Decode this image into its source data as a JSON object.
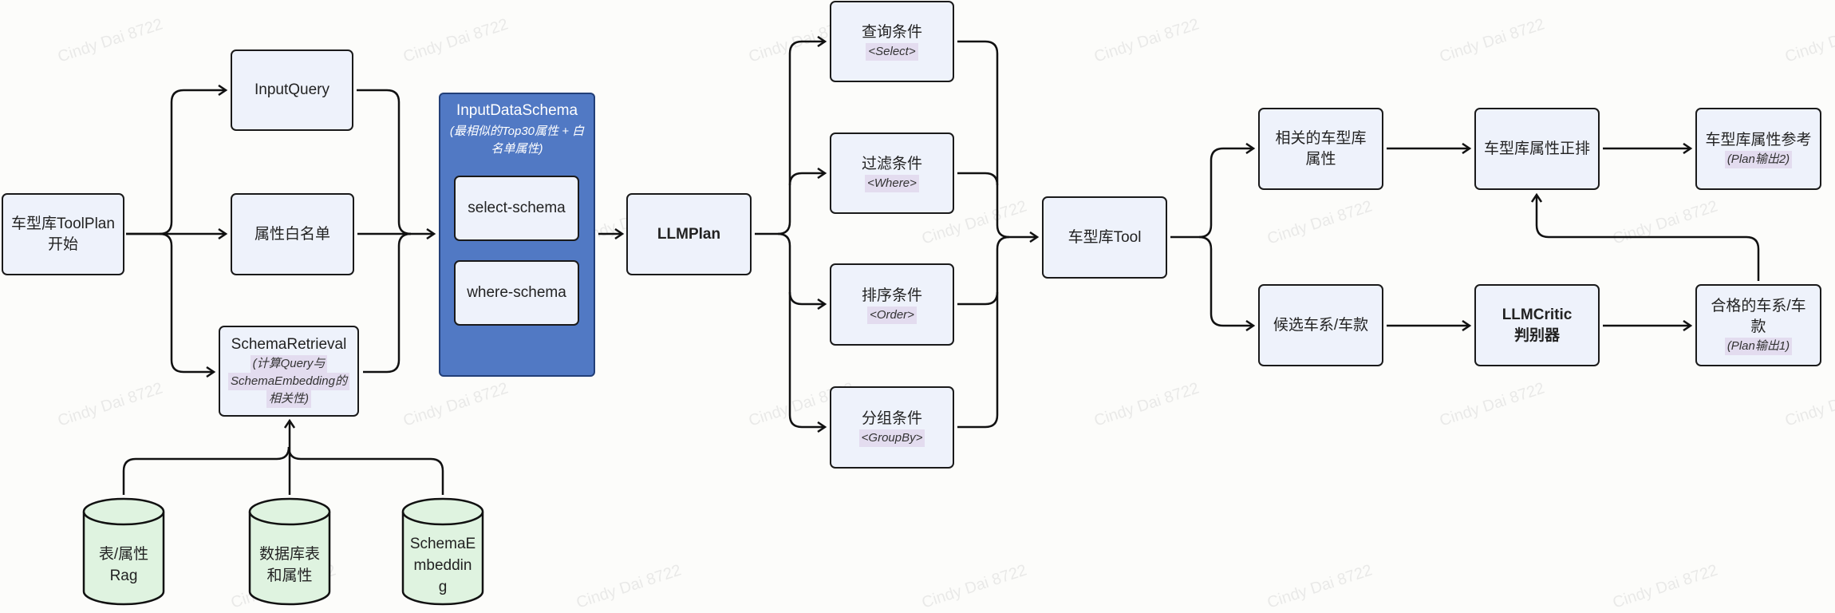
{
  "watermark": "Cindy Dai 8722",
  "nodes": {
    "start": {
      "line1": "车型库ToolPlan",
      "line2": "开始"
    },
    "input_query": {
      "label": "InputQuery"
    },
    "whitelist": {
      "label": "属性白名单"
    },
    "schema_retrieval": {
      "label": "SchemaRetrieval",
      "sub1": "(计算Query与",
      "sub2": "SchemaEmbedding的",
      "sub3": "相关性)"
    },
    "input_data_schema": {
      "title": "InputDataSchema",
      "desc": "(最相似的Top30属性 + 白名单属性)",
      "select": "select-schema",
      "where": "where-schema"
    },
    "llm_plan": {
      "label": "LLMPlan"
    },
    "select_cond": {
      "label": "查询条件",
      "sub": "<Select>"
    },
    "where_cond": {
      "label": "过滤条件",
      "sub": "<Where>"
    },
    "order_cond": {
      "label": "排序条件",
      "sub": "<Order>"
    },
    "groupby_cond": {
      "label": "分组条件",
      "sub": "<GroupBy>"
    },
    "tool": {
      "label": "车型库Tool"
    },
    "related_attrs": {
      "label": "相关的车型库属性"
    },
    "attr_forward": {
      "label": "车型库属性正排"
    },
    "attr_reference": {
      "label": "车型库属性参考",
      "sub": "(Plan输出2)"
    },
    "candidates": {
      "label": "候选车系/车款"
    },
    "llm_critic": {
      "line1": "LLMCritic",
      "line2": "判别器"
    },
    "qualified": {
      "label": "合格的车系/车款",
      "sub": "(Plan输出1)"
    }
  },
  "datastores": [
    {
      "line1": "表/属性",
      "line2": "Rag"
    },
    {
      "line1": "数据库表",
      "line2": "和属性"
    },
    {
      "line1": "SchemaE",
      "line2": "mbeddin",
      "line3": "g"
    }
  ],
  "colors": {
    "node_fill": "#eef2fb",
    "group_fill": "#5179c4",
    "store_fill": "#dff3e0",
    "highlight": "#e3dcef"
  }
}
